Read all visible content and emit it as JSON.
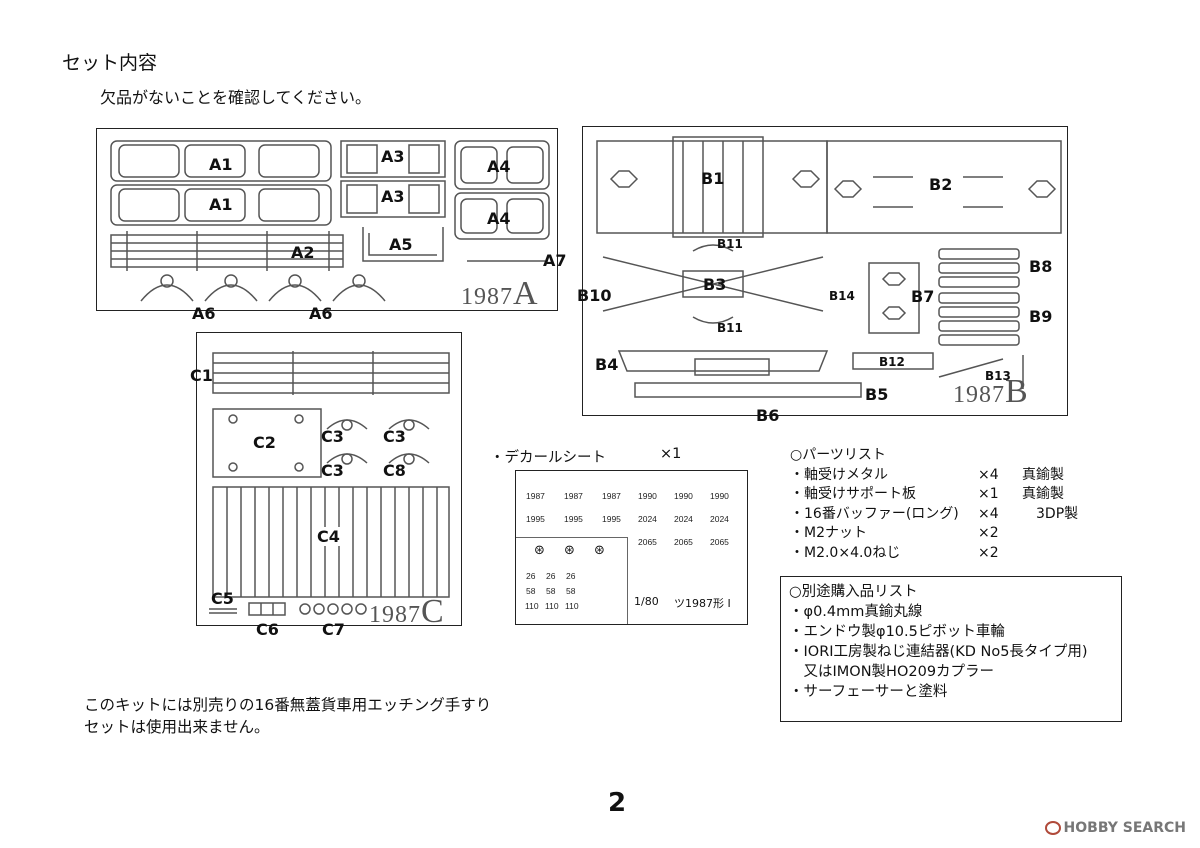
{
  "heading": "セット内容",
  "subheading": "欠品がないことを確認してください。",
  "sheets": {
    "a": {
      "code": "1987",
      "letter": "A",
      "labels": [
        "A1",
        "A1",
        "A3",
        "A3",
        "A4",
        "A4",
        "A2",
        "A5",
        "A7",
        "A6",
        "A6"
      ]
    },
    "b": {
      "code": "1987",
      "letter": "B",
      "labels": [
        "B1",
        "B2",
        "B11",
        "B8",
        "B10",
        "B3",
        "B14",
        "B7",
        "B9",
        "B11",
        "B4",
        "B12",
        "B13",
        "B5",
        "B6"
      ]
    },
    "c": {
      "code": "1987",
      "letter": "C",
      "labels": [
        "C1",
        "C2",
        "C3",
        "C3",
        "C3",
        "C8",
        "C4",
        "C5",
        "C6",
        "C7"
      ]
    }
  },
  "decal": {
    "heading": "・デカールシート",
    "qty": "×1",
    "numbers_row1": [
      "1987",
      "1987",
      "1987",
      "1990",
      "1990",
      "1990"
    ],
    "numbers_row2": [
      "1995",
      "1995",
      "1995",
      "2024",
      "2024",
      "2024"
    ],
    "numbers_row3": [
      "2065",
      "2065",
      "2065"
    ],
    "small_codes": [
      "26",
      "26",
      "26",
      "58",
      "58",
      "58",
      "110",
      "110",
      "110"
    ],
    "scale": "1/80",
    "type_name": "ツ1987形 I"
  },
  "parts_list": {
    "heading": "○パーツリスト",
    "items": [
      {
        "name": "・軸受けメタル",
        "qty": "×4",
        "material": "真鍮製"
      },
      {
        "name": "・軸受けサポート板",
        "qty": "×1",
        "material": "真鍮製"
      },
      {
        "name": "・16番バッファー(ロング)",
        "qty": "×4",
        "material": "3DP製"
      },
      {
        "name": "・M2ナット",
        "qty": "×2",
        "material": ""
      },
      {
        "name": "・M2.0×4.0ねじ",
        "qty": "×2",
        "material": ""
      }
    ]
  },
  "separate_list": {
    "heading": "○別途購入品リスト",
    "items": [
      "・φ0.4mm真鍮丸線",
      "・エンドウ製φ10.5ピボット車輪",
      "・IORI工房製ねじ連結器(KD No5長タイプ用)",
      "　又はIMON製HO209カプラー",
      "・サーフェーサーと塗料"
    ]
  },
  "note": {
    "line1": "このキットには別売りの16番無蓋貨車用エッチング手すり",
    "line2": "セットは使用出来ません。"
  },
  "page_number": "2",
  "watermark": "HOBBY SEARCH"
}
